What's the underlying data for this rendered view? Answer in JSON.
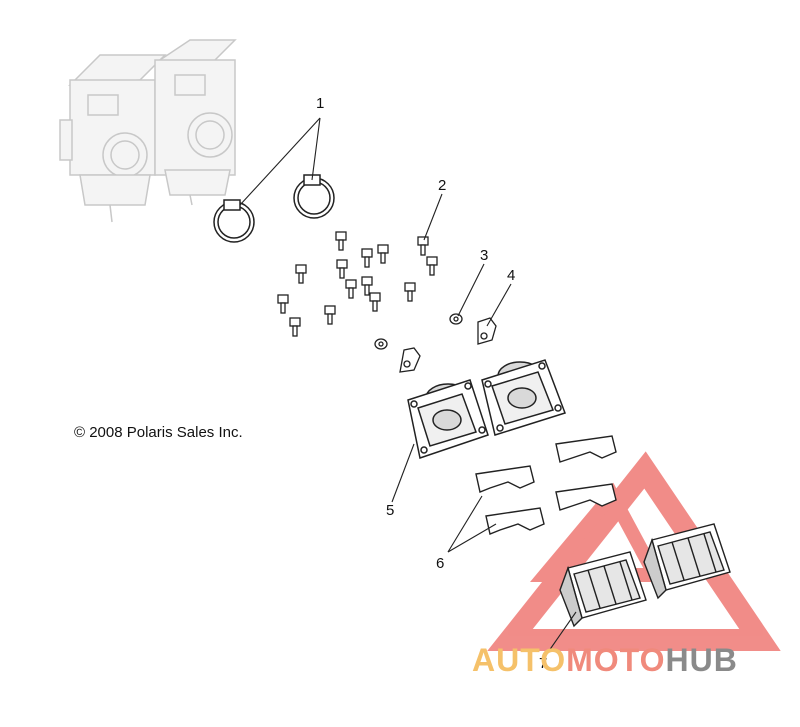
{
  "copyright": "© 2008 Polaris Sales Inc.",
  "callouts": [
    {
      "id": "1",
      "label": "1"
    },
    {
      "id": "2",
      "label": "2"
    },
    {
      "id": "3",
      "label": "3"
    },
    {
      "id": "4",
      "label": "4"
    },
    {
      "id": "5",
      "label": "5"
    },
    {
      "id": "6",
      "label": "6"
    },
    {
      "id": "7",
      "label": "7"
    }
  ],
  "watermark": {
    "part1": "AUTO",
    "part2": "MOTO",
    "part3": "HUB",
    "colors": {
      "part1": "#f5c16a",
      "part2": "#f08a7c",
      "part3": "#8a8a8a",
      "triangle": "#e8413a"
    }
  },
  "colors": {
    "line": "#222222",
    "ghost": "#c8c8c8",
    "ghost_fill": "#f4f4f4",
    "part_fill": "#ffffff",
    "shade": "#d9d9d9"
  }
}
